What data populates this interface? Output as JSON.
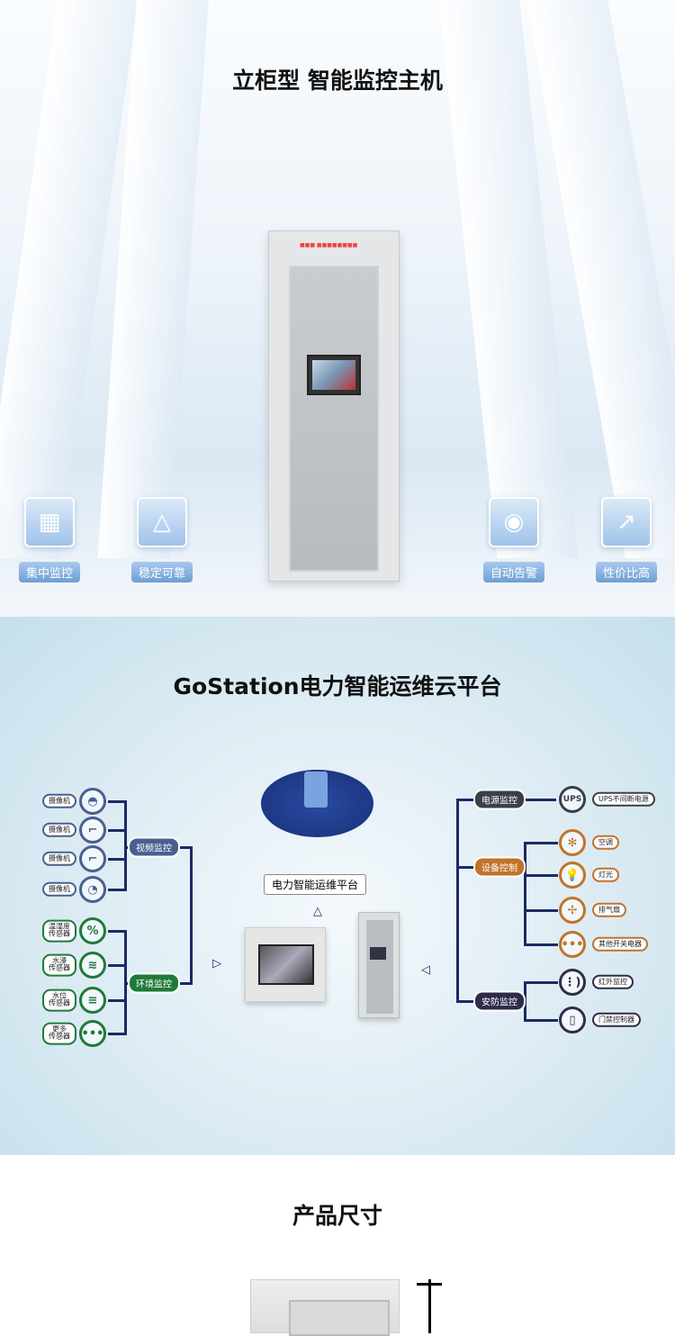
{
  "section1": {
    "title": "立柜型 智能监控主机",
    "features": [
      {
        "label": "集中监控",
        "icon": "monitor-grid-icon"
      },
      {
        "label": "稳定可靠",
        "icon": "pyramid-icon"
      },
      {
        "label": "自动告警",
        "icon": "alarm-light-icon"
      },
      {
        "label": "性价比高",
        "icon": "price-chart-icon"
      }
    ]
  },
  "section2": {
    "title": "GoStation电力智能运维云平台",
    "platform_label": "电力智能运维平台",
    "left_groups": [
      {
        "label": "视频监控",
        "color": "#4a5f8f",
        "items": [
          "摄像机",
          "摄像机",
          "摄像机",
          "摄像机"
        ],
        "icons": [
          "dome-camera-icon",
          "bullet-camera-icon",
          "bullet-camera-icon",
          "ptz-camera-icon"
        ]
      },
      {
        "label": "环境监控",
        "color": "#1f7a3a",
        "items": [
          "温湿度\n传感器",
          "水浸\n传感器",
          "水位\n传感器",
          "更多\n传感器"
        ],
        "icons": [
          "temperature-humidity-icon",
          "water-leak-icon",
          "water-level-icon",
          "more-icon"
        ]
      }
    ],
    "right_groups": [
      {
        "label": "电源监控",
        "color": "#3a4048",
        "items": [
          "UPS不间断电源"
        ],
        "icons": [
          "ups-icon"
        ]
      },
      {
        "label": "设备控制",
        "color": "#c0742a",
        "items": [
          "空调",
          "灯光",
          "排气扇",
          "其他开关电器"
        ],
        "icons": [
          "snowflake-icon",
          "bulb-icon",
          "fan-icon",
          "more-icon"
        ]
      },
      {
        "label": "安防监控",
        "color": "#2e2c4a",
        "items": [
          "红外监控",
          "门禁控制器"
        ],
        "icons": [
          "infrared-icon",
          "door-icon"
        ]
      }
    ]
  },
  "section3": {
    "title": "产品尺寸"
  }
}
